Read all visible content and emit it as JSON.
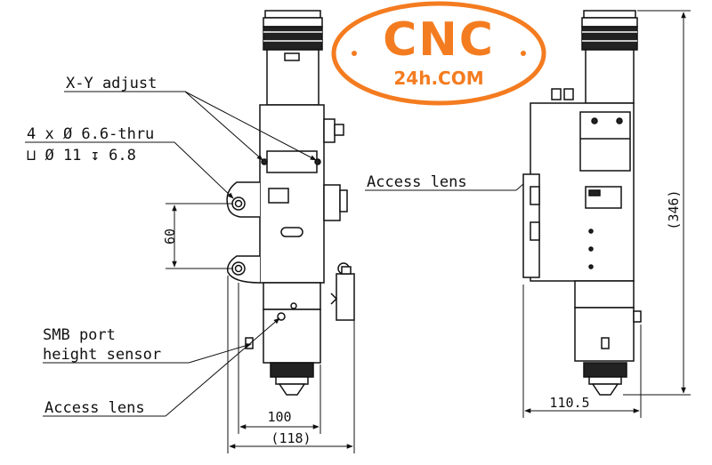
{
  "logo": {
    "brand": "CNC",
    "domain": "24h.COM",
    "color": "#f47c20"
  },
  "callouts": {
    "xy_adjust": "X-Y adjust",
    "holes_line1": "4 x Ø 6.6-thru",
    "holes_line2": "⊔ Ø 11 ↧ 6.8",
    "access_lens_right": "Access lens",
    "smb_line1": "SMB port",
    "smb_line2": "height sensor",
    "access_lens_left": "Access lens"
  },
  "dimensions": {
    "hole_spacing": "60",
    "width_body": "100",
    "width_overall": "(118)",
    "side_width": "110.5",
    "height_overall": "(346)"
  },
  "colors": {
    "line": "#111111",
    "accent": "#f47c20"
  }
}
